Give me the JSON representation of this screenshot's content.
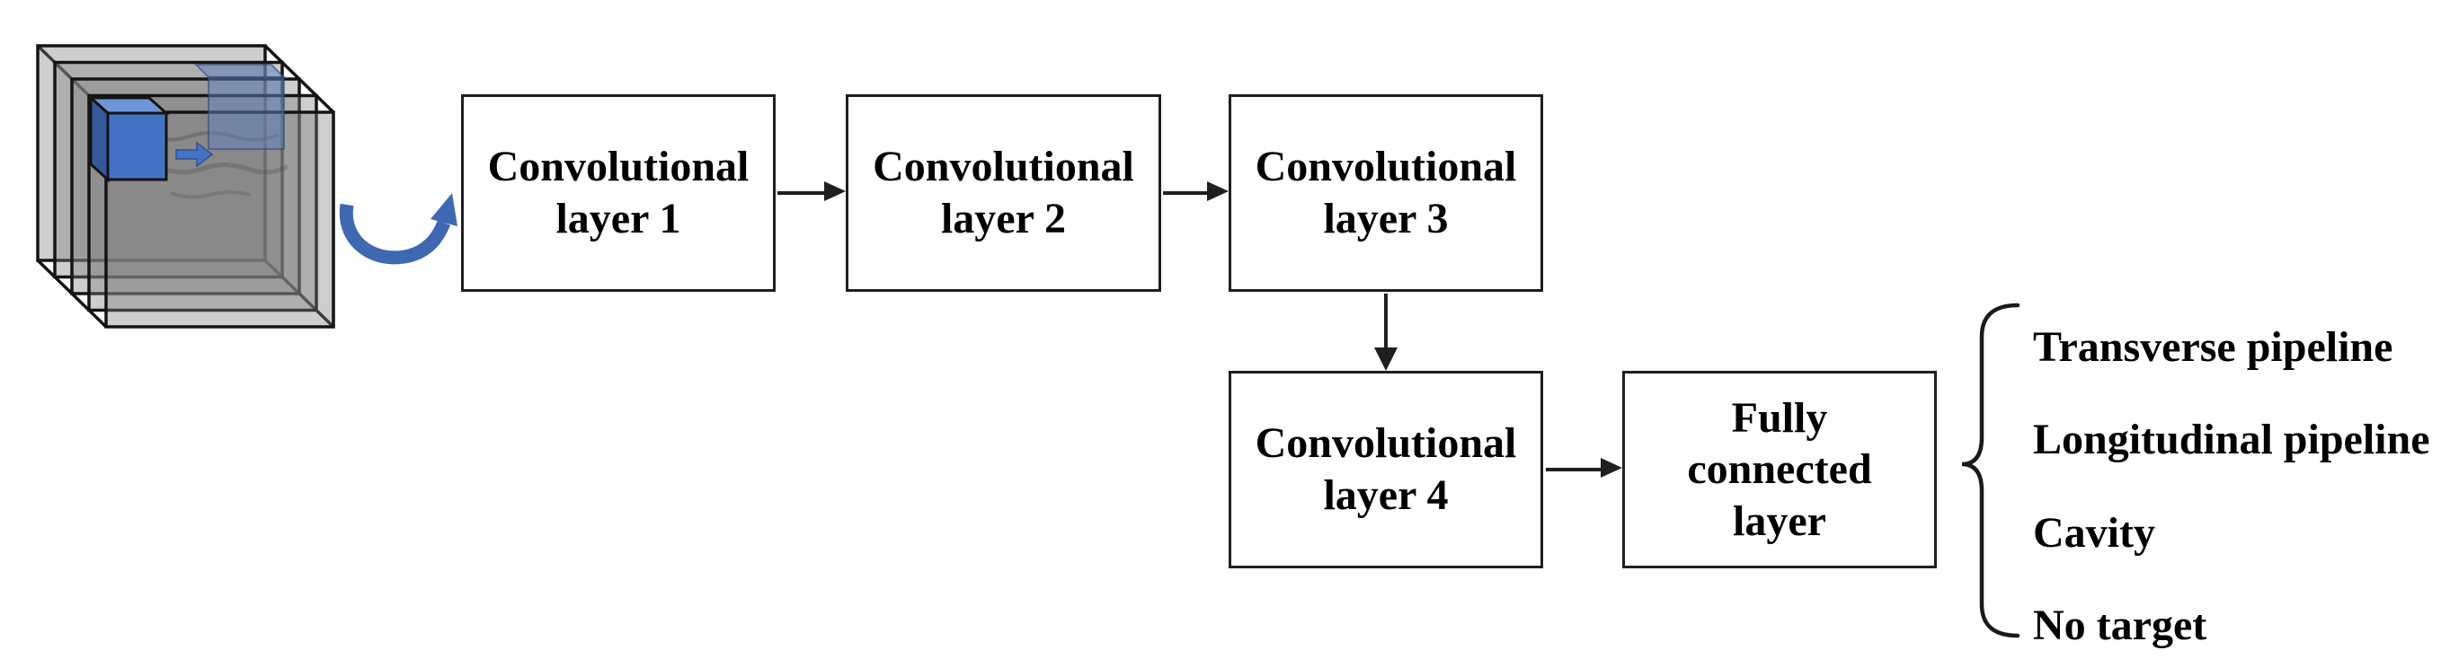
{
  "colors": {
    "accent_blue": "#4472C4",
    "curved_arrow_blue": "#3E68B1",
    "kernel_top_blue": "#6E95D6",
    "kernel_side_blue": "#35599B",
    "line_black": "#1f1f1f",
    "layer_gray": "#7d7d7d",
    "box_fill": "#ffffff"
  },
  "icons": {
    "input_stack": "input-image-stack-icon",
    "kernel": "convolution-kernel-cube-icon",
    "slide_arrow": "kernel-slide-arrow-icon",
    "scan_window": "translucent-scan-window-icon",
    "flow": "curved-flow-arrow-icon",
    "brace": "output-curly-brace-icon"
  },
  "boxes": {
    "conv1": "Convolutional\nlayer 1",
    "conv2": "Convolutional\nlayer 2",
    "conv3": "Convolutional\nlayer 3",
    "conv4": "Convolutional\nlayer 4",
    "fc": "Fully\nconnected\nlayer"
  },
  "outputs": [
    "Transverse pipeline",
    "Longitudinal pipeline",
    "Cavity",
    "No target"
  ]
}
